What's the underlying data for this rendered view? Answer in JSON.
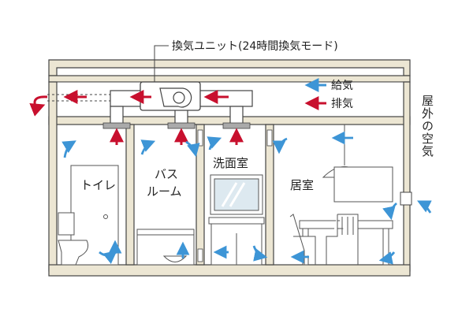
{
  "unit_label": "換気ユニット(24時間換気モード)",
  "legend": {
    "supply_label": "給気",
    "exhaust_label": "排気",
    "supply_color": "#3d95d6",
    "exhaust_color": "#c8102e"
  },
  "outside_air_label": "屋外の空気",
  "rooms": {
    "toilet": "トイレ",
    "bath_line1": "バス",
    "bath_line2": "ルーム",
    "washroom": "洗面室",
    "living": "居室"
  },
  "colors": {
    "wall": "#ece6d3",
    "outline": "#444444",
    "fixture_line": "#555555",
    "duct": "#ffffff",
    "grille": "#aaaaaa"
  }
}
